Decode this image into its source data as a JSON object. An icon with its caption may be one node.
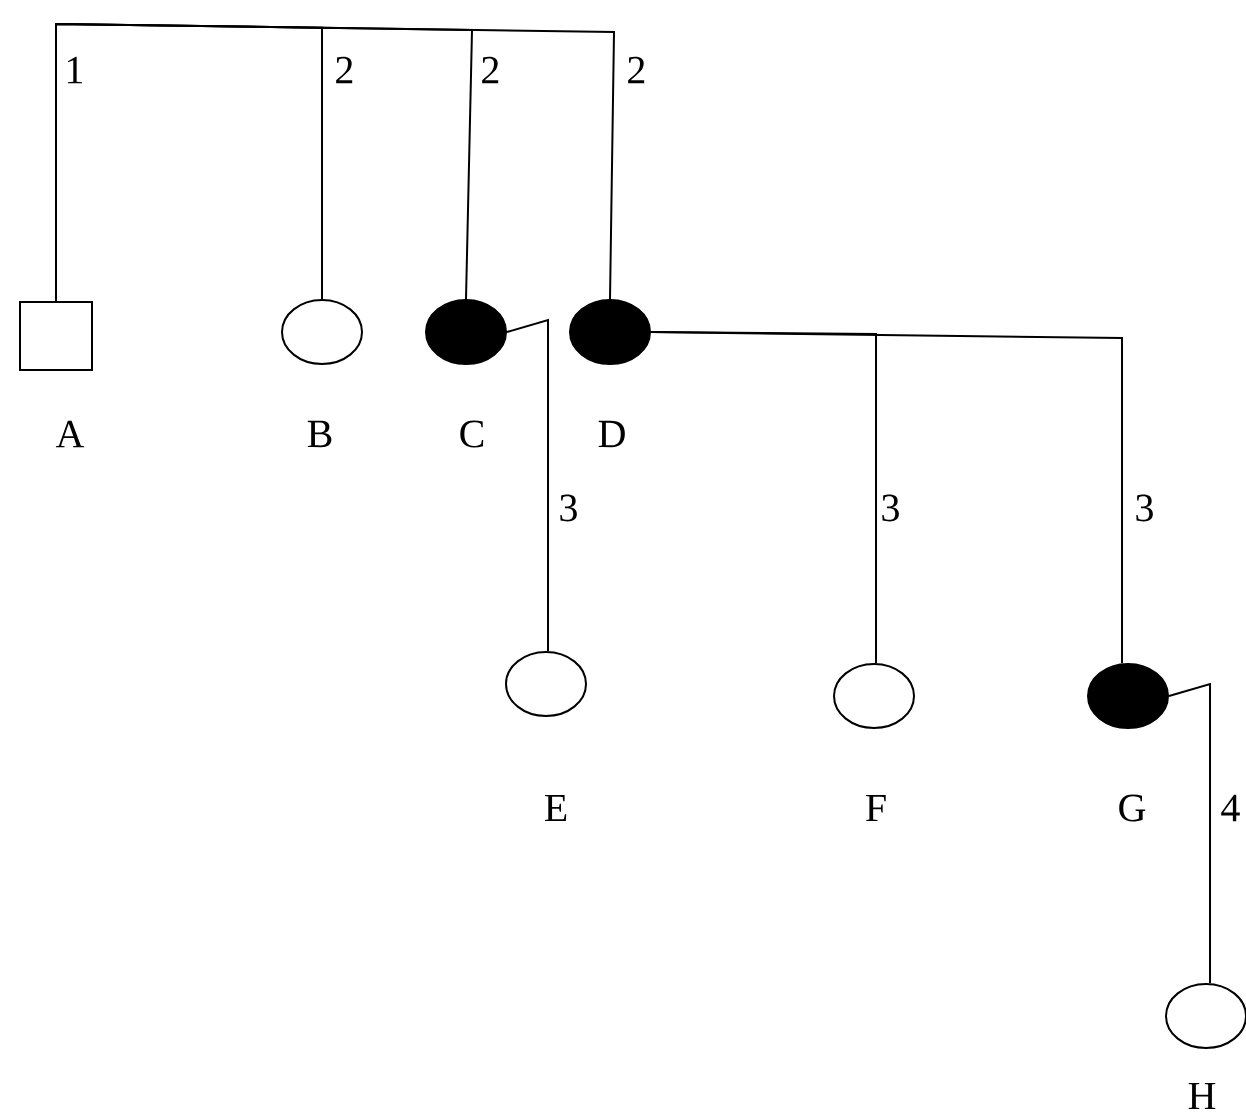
{
  "diagram": {
    "nodes": [
      {
        "text": [],
        "shape": "box",
        "beside": [
          "A"
        ]
      },
      {
        "text": [],
        "shape": "circle",
        "beside": [
          "B"
        ]
      },
      {
        "text": [],
        "shape": "circle",
        "beside": [
          "C"
        ]
      },
      {
        "text": [],
        "shape": "circle",
        "beside": [
          "D"
        ]
      },
      {
        "text": [],
        "shape": "circle",
        "beside": [
          "E"
        ]
      },
      {
        "text": [],
        "shape": "circle",
        "beside": [
          "F"
        ]
      },
      {
        "text": [],
        "shape": "circle",
        "beside": [
          "G"
        ]
      },
      {
        "text": [],
        "shape": "circle",
        "beside": [
          "H"
        ]
      }
    ],
    "edges": [
      {
        "from": 0,
        "to": 1,
        "arrow": "none",
        "label": "2"
      },
      {
        "from": 0,
        "to": 2,
        "arrow": "none",
        "label": "2"
      },
      {
        "from": 0,
        "to": 3,
        "arrow": "none",
        "label": "2"
      },
      {
        "from": 2,
        "to": 4,
        "arrow": "none",
        "label": "3"
      },
      {
        "from": 3,
        "to": 5,
        "arrow": "none",
        "label": "3"
      },
      {
        "from": 3,
        "to": 6,
        "arrow": "none",
        "label": "3"
      },
      {
        "from": 6,
        "to": 7,
        "arrow": "none",
        "label": "4"
      }
    ],
    "labels": [
      "1"
    ]
  }
}
